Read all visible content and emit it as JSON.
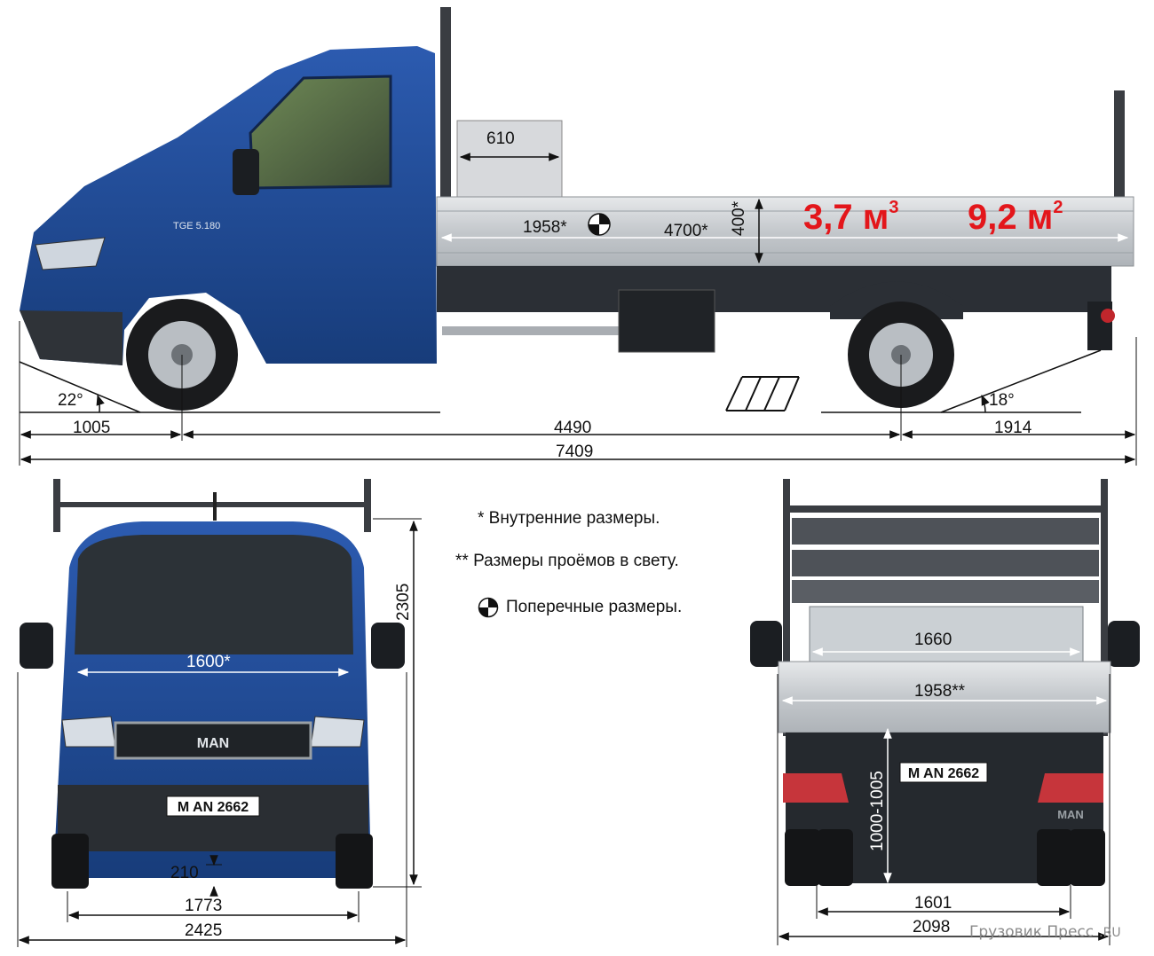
{
  "side_view": {
    "cargo_volume": "3,7 м",
    "cargo_volume_sup": "3",
    "cargo_area": "9,2 м",
    "cargo_area_sup": "2",
    "toolbox_length": "610",
    "body_inner_width": "1958*",
    "body_inner_length": "4700*",
    "side_height": "400*",
    "approach_angle": "22°",
    "departure_angle": "18°",
    "front_overhang": "1005",
    "wheelbase": "4490",
    "rear_overhang": "1914",
    "overall_length": "7409",
    "model_badge": "TGE 5.180"
  },
  "front_view": {
    "inner_cab_width": "1600*",
    "overall_height": "2305",
    "ground_clearance": "210",
    "front_track": "1773",
    "overall_width": "2425",
    "brand": "MAN",
    "plate": "M AN 2662"
  },
  "rear_view": {
    "headboard_opening_width": "1660",
    "body_inner_width": "1958**",
    "floor_height": "1000-1005",
    "rear_track": "1601",
    "overall_width": "2098",
    "brand": "MAN",
    "plate": "M AN 2662"
  },
  "legend": {
    "internal_dims": "* Внутренние размеры.",
    "openings_dims": "** Размеры проёмов в свету.",
    "cross_dims": "Поперечные размеры."
  },
  "watermark": "Грузовик Пресс",
  "watermark_suffix": ".RU",
  "colors": {
    "cab_blue": "#1f4f9c",
    "accent_red": "#e3161b",
    "body_silver": "#c9cdd2"
  }
}
